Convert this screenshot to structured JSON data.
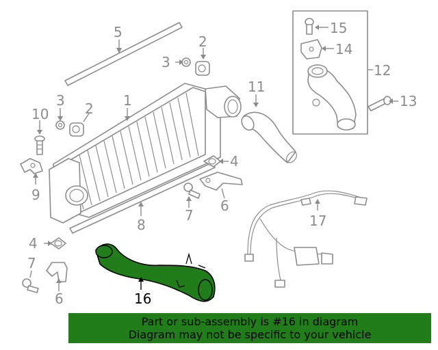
{
  "callouts": {
    "c1": "1",
    "c2a": "2",
    "c2b": "2",
    "c3a": "3",
    "c3b": "3",
    "c4a": "4",
    "c4b": "4",
    "c5": "5",
    "c6a": "6",
    "c6b": "6",
    "c7a": "7",
    "c7b": "7",
    "c8": "8",
    "c9": "9",
    "c10": "10",
    "c11": "11",
    "c12": "12",
    "c13": "13",
    "c14": "14",
    "c15": "15",
    "c16": "16",
    "c17": "17"
  },
  "highlight_part": "16",
  "colors": {
    "highlight": "#217d1a",
    "line": "#8c8c8c",
    "banner": "#217d1a"
  },
  "banner": {
    "line1": "Part or sub-assembly is #16 in diagram",
    "line2": "Diagram may not be specific to your vehicle"
  }
}
